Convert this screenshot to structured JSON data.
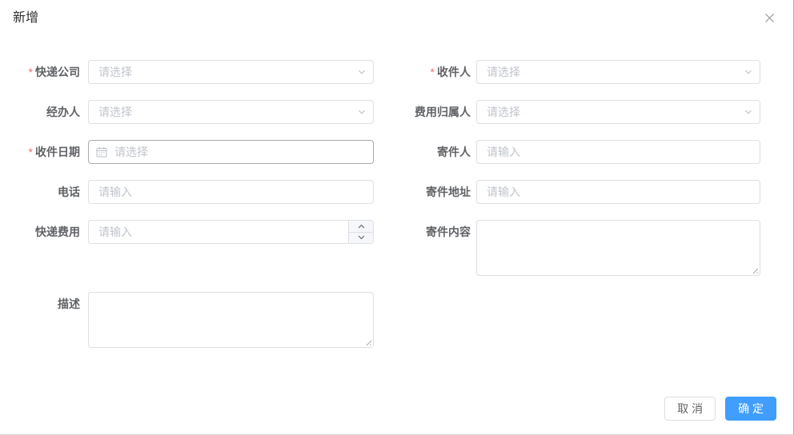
{
  "dialog": {
    "title": "新增"
  },
  "form": {
    "required_mark": "*",
    "fields": {
      "express_company": {
        "label": "快递公司",
        "required": true,
        "type": "select",
        "placeholder": "请选择",
        "value": ""
      },
      "recipient": {
        "label": "收件人",
        "required": true,
        "type": "select",
        "placeholder": "请选择",
        "value": ""
      },
      "handler": {
        "label": "经办人",
        "required": false,
        "type": "select",
        "placeholder": "请选择",
        "value": ""
      },
      "fee_owner": {
        "label": "费用归属人",
        "required": false,
        "type": "select",
        "placeholder": "请选择",
        "value": ""
      },
      "receipt_date": {
        "label": "收件日期",
        "required": true,
        "type": "date",
        "placeholder": "请选择",
        "value": ""
      },
      "sender": {
        "label": "寄件人",
        "required": false,
        "type": "input",
        "placeholder": "请输入",
        "value": ""
      },
      "phone": {
        "label": "电话",
        "required": false,
        "type": "input",
        "placeholder": "请输入",
        "value": ""
      },
      "sender_address": {
        "label": "寄件地址",
        "required": false,
        "type": "input",
        "placeholder": "请输入",
        "value": ""
      },
      "express_fee": {
        "label": "快递费用",
        "required": false,
        "type": "number",
        "placeholder": "请输入",
        "value": ""
      },
      "mail_content": {
        "label": "寄件内容",
        "required": false,
        "type": "textarea",
        "placeholder": "",
        "value": ""
      },
      "description": {
        "label": "描述",
        "required": false,
        "type": "textarea",
        "placeholder": "",
        "value": ""
      }
    }
  },
  "footer": {
    "cancel_label": "取 消",
    "confirm_label": "确 定"
  },
  "icons": {
    "close": "close-icon",
    "calendar": "calendar-icon",
    "select_arrow": "chevron-down-icon",
    "stepper_up": "chevron-up-icon",
    "stepper_down": "chevron-down-icon"
  },
  "colors": {
    "primary": "#409eff",
    "border": "#dcdfe6",
    "label": "#606266",
    "title": "#303133",
    "placeholder": "#c0c4cc",
    "required": "#f56c6c"
  }
}
